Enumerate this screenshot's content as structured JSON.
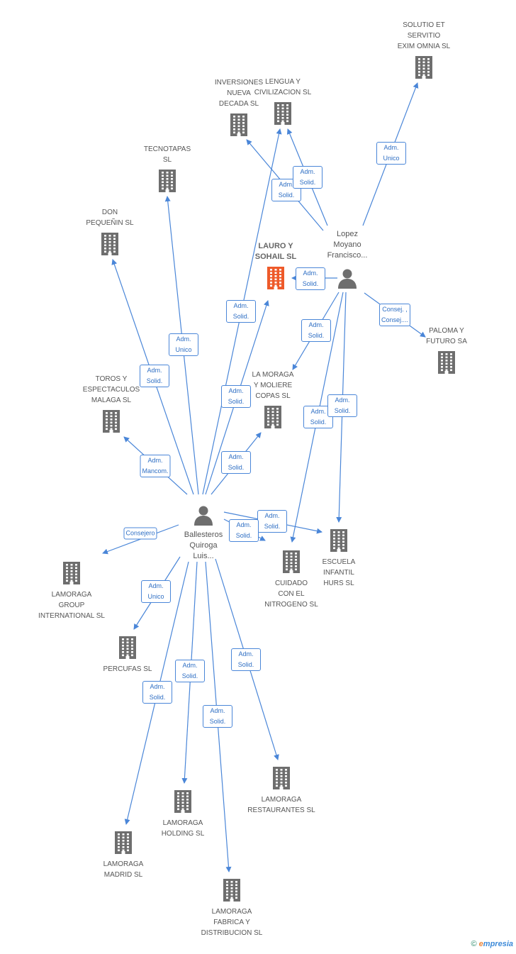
{
  "colors": {
    "edge": "#4a86d8",
    "building": "#6e6e6e",
    "building_main": "#ee5a2a",
    "person": "#6e6e6e",
    "label_text": "#555555"
  },
  "nodes": [
    {
      "id": "solutio",
      "type": "company",
      "label": "SOLUTIO ET\nSERVITIO\nEXIM OMNIA  SL"
    },
    {
      "id": "inversiones",
      "type": "company",
      "label": "INVERSIONES\nNUEVA\nDECADA SL"
    },
    {
      "id": "lengua",
      "type": "company",
      "label": "LENGUA Y\nCIVILIZACION SL"
    },
    {
      "id": "tecnotapas",
      "type": "company",
      "label": "TECNOTAPAS\nSL"
    },
    {
      "id": "donpequenin",
      "type": "company",
      "label": "DON\nPEQUEÑIN SL"
    },
    {
      "id": "lauro",
      "type": "company_main",
      "label": "LAURO Y\nSOHAIL SL"
    },
    {
      "id": "lopez",
      "type": "person",
      "label": "Lopez\nMoyano\nFrancisco..."
    },
    {
      "id": "paloma",
      "type": "company",
      "label": "PALOMA Y\nFUTURO SA"
    },
    {
      "id": "toros",
      "type": "company",
      "label": "TOROS Y\nESPECTACULOS\nMALAGA  SL"
    },
    {
      "id": "lamoragaymoliere",
      "type": "company",
      "label": "LA MORAGA\nY MOLIERE\nCOPAS SL"
    },
    {
      "id": "ballesteros",
      "type": "person",
      "label": "Ballesteros\nQuiroga\nLuis..."
    },
    {
      "id": "escuela",
      "type": "company",
      "label": "ESCUELA\nINFANTIL\nHURS SL"
    },
    {
      "id": "cuidado",
      "type": "company",
      "label": "CUIDADO\nCON EL\nNITROGENO SL"
    },
    {
      "id": "lamoragagroup",
      "type": "company",
      "label": "LAMORAGA\nGROUP\nINTERNATIONAL SL"
    },
    {
      "id": "percufas",
      "type": "company",
      "label": "PERCUFAS SL"
    },
    {
      "id": "restaurantes",
      "type": "company",
      "label": "LAMORAGA\nRESTAURANTES SL"
    },
    {
      "id": "holding",
      "type": "company",
      "label": "LAMORAGA\nHOLDING SL"
    },
    {
      "id": "madrid",
      "type": "company",
      "label": "LAMORAGA\nMADRID SL"
    },
    {
      "id": "fabrica",
      "type": "company",
      "label": "LAMORAGA\nFABRICA Y\nDISTRIBUCION SL"
    }
  ],
  "edges": [
    {
      "from": "lopez",
      "to": "solutio",
      "label": "Adm.\nUnico"
    },
    {
      "from": "lopez",
      "to": "inversiones",
      "label": "Adm.\nSolid."
    },
    {
      "from": "lopez",
      "to": "lengua",
      "label": "Adm.\nSolid."
    },
    {
      "from": "lopez",
      "to": "lauro",
      "label": "Adm.\nSolid."
    },
    {
      "from": "lopez",
      "to": "paloma",
      "label": "Consej. ,\nConsej...."
    },
    {
      "from": "lopez",
      "to": "lamoragaymoliere",
      "label": "Adm.\nSolid."
    },
    {
      "from": "lopez",
      "to": "cuidado",
      "label": "Adm.\nSolid."
    },
    {
      "from": "lopez",
      "to": "escuela",
      "label": "Adm.\nSolid."
    },
    {
      "from": "ballesteros",
      "to": "lengua",
      "label": "Adm.\nSolid."
    },
    {
      "from": "ballesteros",
      "to": "tecnotapas",
      "label": "Adm.\nUnico"
    },
    {
      "from": "ballesteros",
      "to": "donpequenin",
      "label": "Adm.\nSolid."
    },
    {
      "from": "ballesteros",
      "to": "lauro",
      "label": "Adm.\nSolid."
    },
    {
      "from": "ballesteros",
      "to": "toros",
      "label": "Adm.\nMancom."
    },
    {
      "from": "ballesteros",
      "to": "lamoragaymoliere",
      "label": "Adm.\nSolid."
    },
    {
      "from": "ballesteros",
      "to": "escuela",
      "label": "Adm.\nSolid."
    },
    {
      "from": "ballesteros",
      "to": "cuidado",
      "label": "Adm.\nSolid."
    },
    {
      "from": "ballesteros",
      "to": "lamoragagroup",
      "label": "Consejero"
    },
    {
      "from": "ballesteros",
      "to": "percufas",
      "label": "Adm.\nUnico"
    },
    {
      "from": "ballesteros",
      "to": "restaurantes",
      "label": "Adm.\nSolid."
    },
    {
      "from": "ballesteros",
      "to": "holding",
      "label": "Adm.\nSolid."
    },
    {
      "from": "ballesteros",
      "to": "madrid",
      "label": "Adm.\nSolid."
    },
    {
      "from": "ballesteros",
      "to": "fabrica",
      "label": "Adm.\nSolid."
    }
  ],
  "footer": {
    "copyright": "©",
    "brand_initial": "e",
    "brand_rest": "mpresia"
  }
}
